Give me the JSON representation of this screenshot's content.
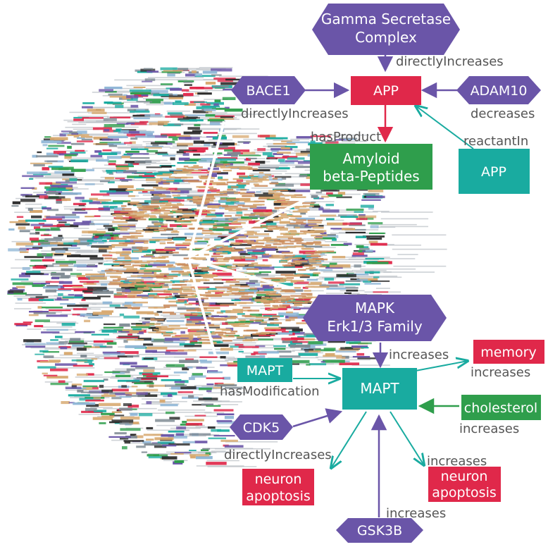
{
  "colors": {
    "protein": "#6a55a8",
    "rna": "#e0284a",
    "abundance": "#2f9e4c",
    "reaction": "#19aba0",
    "label": "#555555",
    "zoom_lines": "#ffffff"
  },
  "network_background": {
    "palette": [
      "#6a55a8",
      "#19aba0",
      "#2f9e4c",
      "#e0284a",
      "#d7a86e",
      "#7e8a93",
      "#2b2b2b",
      "#8fb6d6"
    ]
  },
  "top_cluster": {
    "nodes": {
      "gamma_secretase": [
        "Gamma Secretase",
        "Complex"
      ],
      "bace1": "BACE1",
      "app_center": "APP",
      "adam10": "ADAM10",
      "amyloid": [
        "Amyloid",
        "beta-Peptides"
      ],
      "app_reactant": "APP"
    },
    "edges": {
      "gamma_to_app": "directlyIncreases",
      "bace1_to_app": "directlyIncreases",
      "adam10_to_app": "decreases",
      "app_to_amyloid": "hasProduct",
      "reactant_to_app": "reactantIn"
    }
  },
  "bottom_cluster": {
    "nodes": {
      "mapk": [
        "MAPK",
        "Erk1/3 Family"
      ],
      "mapt_mod": "MAPT",
      "mapt_center": "MAPT",
      "memory": "memory",
      "cholesterol": "cholesterol",
      "cdk5": "CDK5",
      "neuron_apoptosis_left": [
        "neuron",
        "apoptosis"
      ],
      "neuron_apoptosis_right": [
        "neuron",
        "apoptosis"
      ],
      "gsk3b": "GSK3B"
    },
    "edges": {
      "mapk_to_mapt": "increases",
      "mapt_mod_to_mapt": "hasModification",
      "mapt_to_memory": "increases",
      "cholesterol_to_mapt": "increases",
      "cdk5_to_mapt": "directlyIncreases",
      "mapt_to_neuron_right": "increases",
      "gsk3b_to_mapt": "increases"
    }
  }
}
